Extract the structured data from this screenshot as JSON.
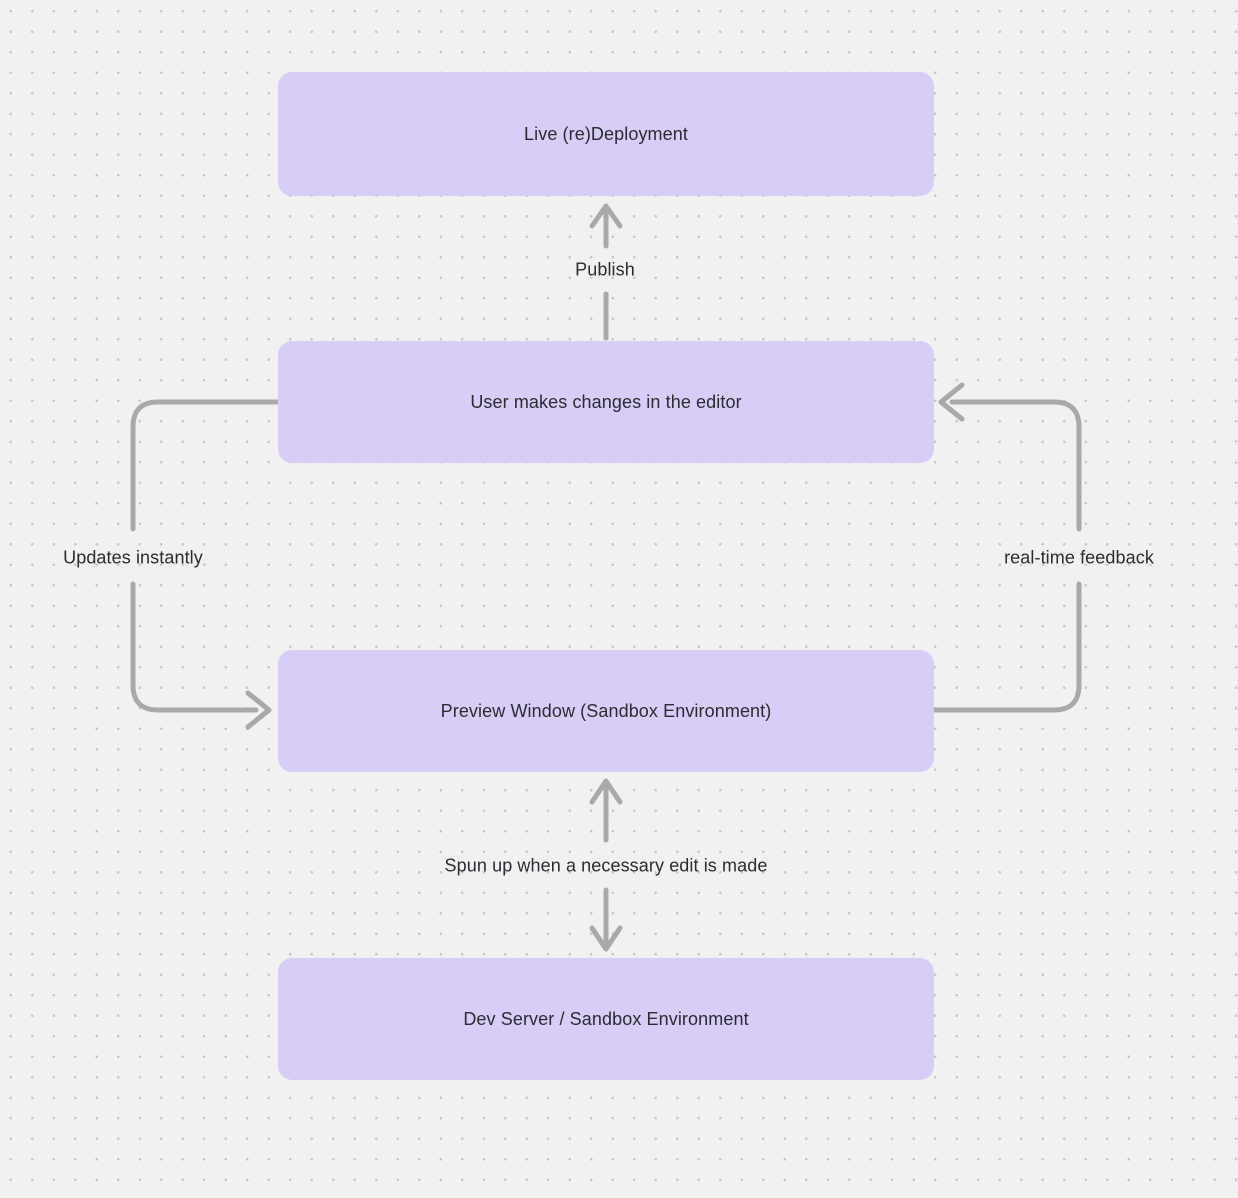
{
  "diagram": {
    "nodes": [
      {
        "id": "live-redeployment",
        "label": "Live (re)Deployment"
      },
      {
        "id": "user-editor",
        "label": "User makes changes in the editor"
      },
      {
        "id": "preview-window",
        "label": "Preview Window (Sandbox Environment)"
      },
      {
        "id": "dev-server",
        "label": "Dev Server / Sandbox Environment"
      }
    ],
    "edge_labels": [
      {
        "id": "publish",
        "label": "Publish"
      },
      {
        "id": "updates-instantly",
        "label": "Updates instantly"
      },
      {
        "id": "real-time-feedback",
        "label": "real-time feedback"
      },
      {
        "id": "spun-up",
        "label": "Spun up when a necessary edit is made"
      }
    ],
    "colors": {
      "background": "#f2f1f1",
      "grid_dot": "#c7c5c6",
      "node_fill": "#d7cdf6",
      "arrow": "#a9a9a9",
      "text": "#2b2b31"
    }
  }
}
